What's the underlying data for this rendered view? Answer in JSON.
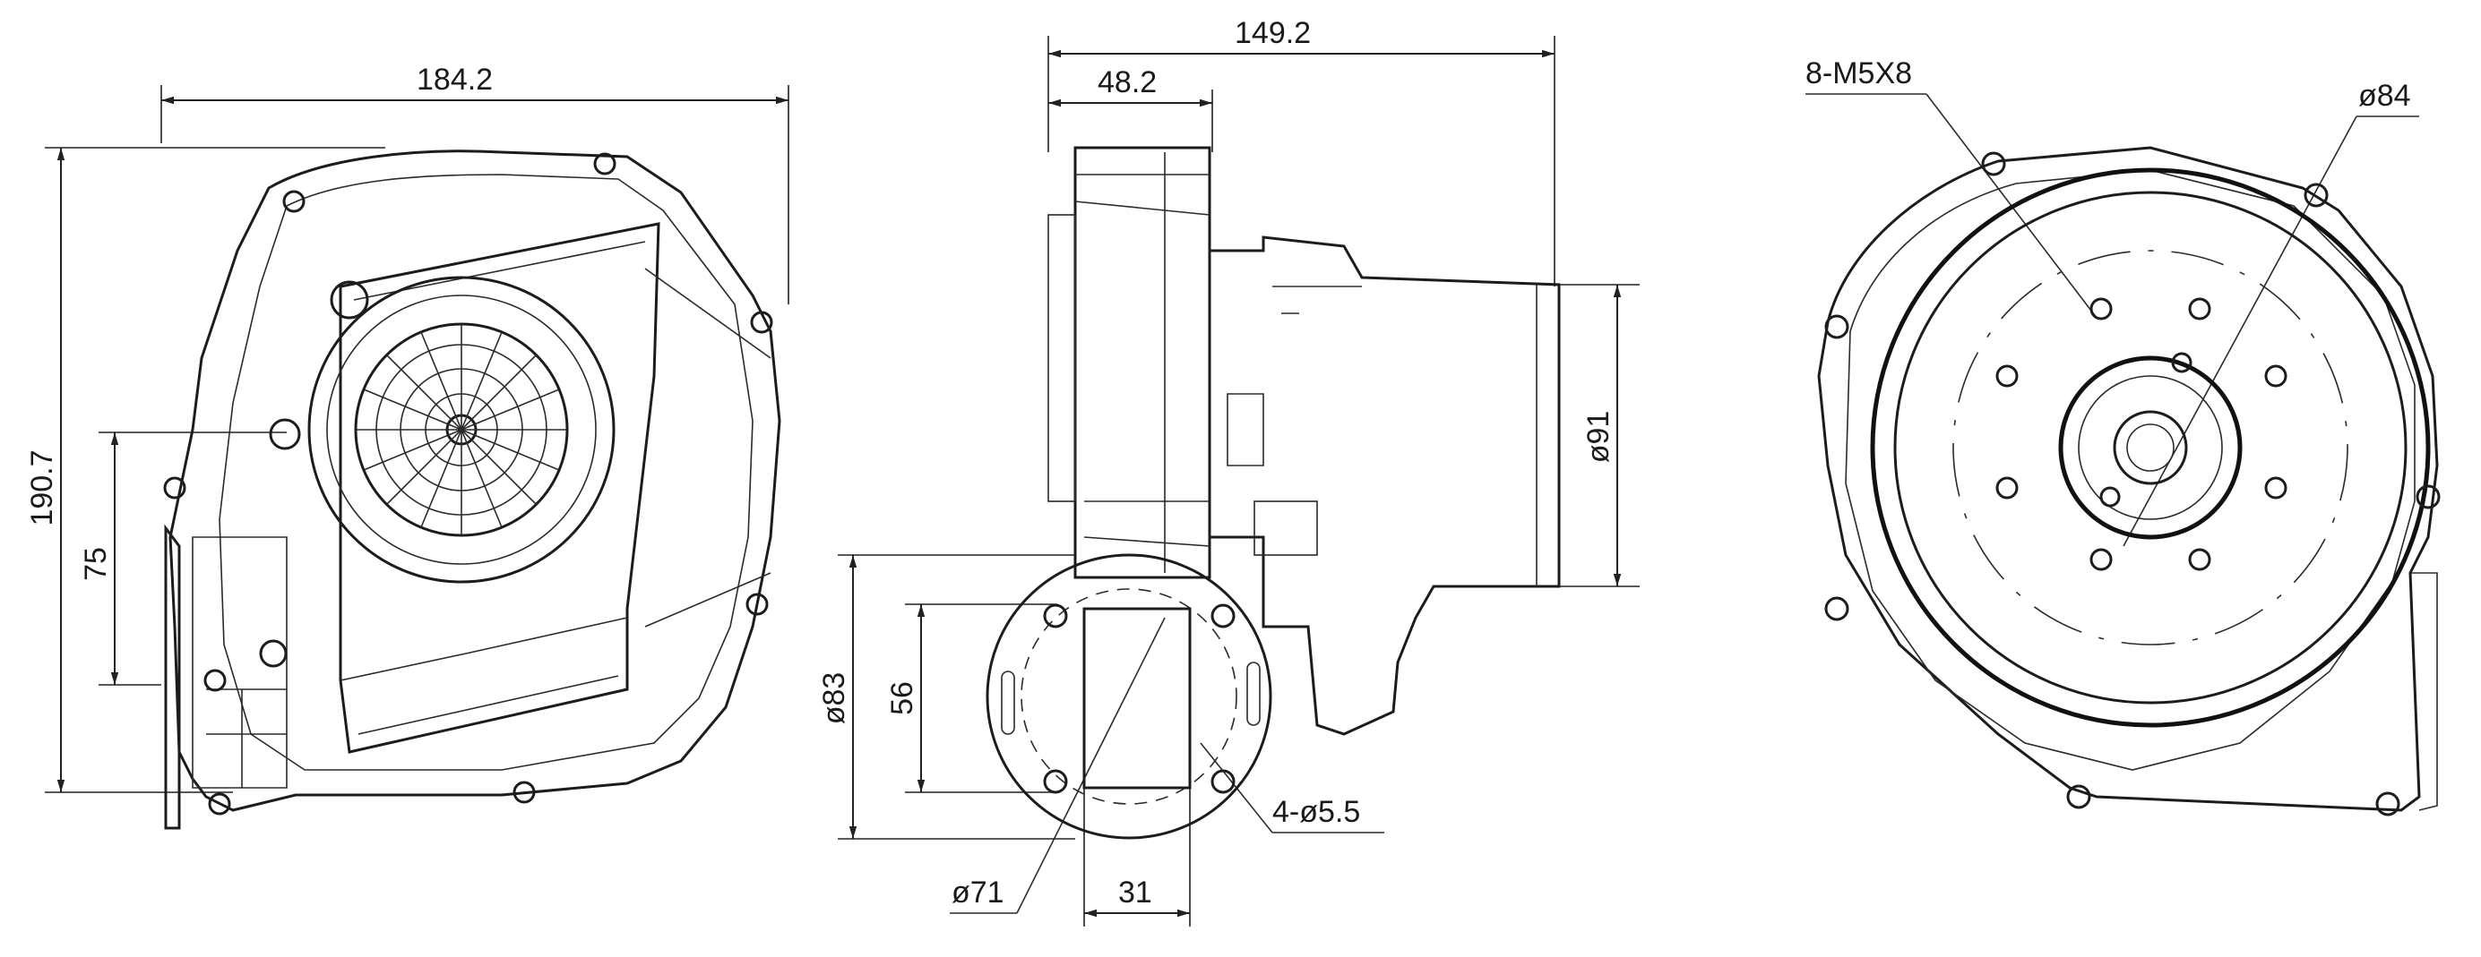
{
  "drawing": {
    "front_view": {
      "width_dim": "184.2",
      "height_dim": "190.7",
      "offset_dim": "75"
    },
    "side_view": {
      "overall_length_dim": "149.2",
      "housing_depth_dim": "48.2",
      "motor_diameter_dim": "ø91",
      "flange_diameter_dim": "ø83",
      "hole_spacing_dim": "56",
      "outlet_diameter_dim": "ø71",
      "outlet_width_dim": "31",
      "mounting_holes_dim": "4-ø5.5"
    },
    "rear_view": {
      "screw_spec": "8-M5X8",
      "bolt_circle_dim": "ø84"
    }
  }
}
